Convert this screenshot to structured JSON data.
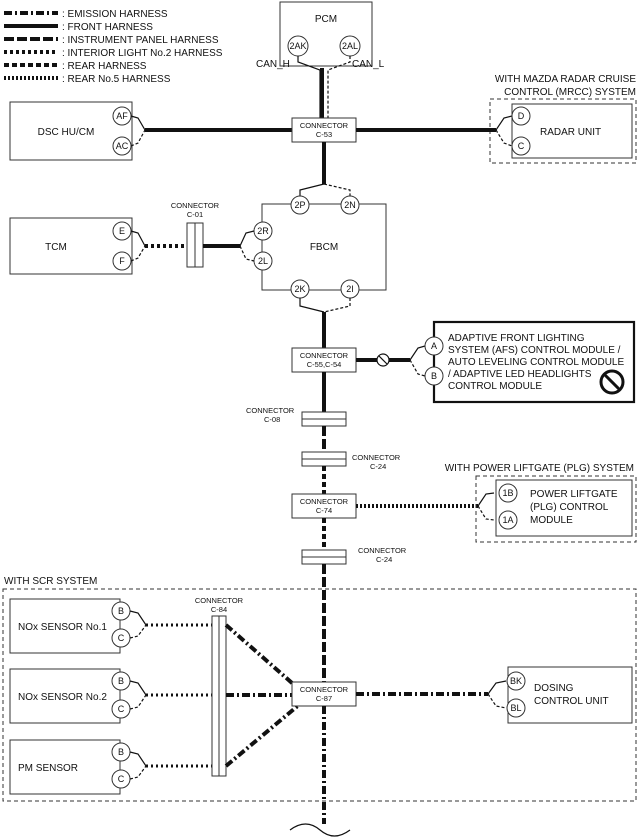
{
  "legend": [
    {
      "style": "emission",
      "label": ": EMISSION HARNESS"
    },
    {
      "style": "front",
      "label": ": FRONT HARNESS"
    },
    {
      "style": "instrument",
      "label": ": INSTRUMENT PANEL HARNESS"
    },
    {
      "style": "interior",
      "label": ": INTERIOR LIGHT No.2 HARNESS"
    },
    {
      "style": "rear",
      "label": ": REAR HARNESS"
    },
    {
      "style": "rear5",
      "label": ": REAR No.5 HARNESS"
    }
  ],
  "pcm": {
    "name": "PCM",
    "pin_h": "2AK",
    "pin_l": "2AL",
    "can_h": "CAN_H",
    "can_l": "CAN_L"
  },
  "dsc": {
    "name": "DSC HU/CM",
    "pin_top": "AF",
    "pin_bot": "AC"
  },
  "radar": {
    "group_line1": "WITH MAZDA RADAR CRUISE",
    "group_line2": "CONTROL (MRCC) SYSTEM",
    "name": "RADAR UNIT",
    "pin_top": "D",
    "pin_bot": "C"
  },
  "c53": {
    "line1": "CONNECTOR",
    "line2": "C-53"
  },
  "fbcm": {
    "name": "FBCM",
    "pin_2p": "2P",
    "pin_2n": "2N",
    "pin_2r": "2R",
    "pin_2l": "2L",
    "pin_2k": "2K",
    "pin_2i": "2I"
  },
  "tcm": {
    "name": "TCM",
    "pin_top": "E",
    "pin_bot": "F"
  },
  "c01": {
    "line1": "CONNECTOR",
    "line2": "C-01"
  },
  "c5554": {
    "line1": "CONNECTOR",
    "line2": "C-55,C-54"
  },
  "afs": {
    "line1": "ADAPTIVE FRONT LIGHTING",
    "line2": "SYSTEM (AFS) CONTROL MODULE /",
    "line3": "AUTO LEVELING CONTROL MODULE",
    "line4": "/ ADAPTIVE LED HEADLIGHTS",
    "line5": "CONTROL MODULE",
    "pin_top": "A",
    "pin_bot": "B"
  },
  "c08": {
    "line1": "CONNECTOR",
    "line2": "C-08"
  },
  "c24a": {
    "line1": "CONNECTOR",
    "line2": "C-24"
  },
  "plg": {
    "group": "WITH POWER LIFTGATE (PLG) SYSTEM",
    "line1": "POWER LIFTGATE",
    "line2": "(PLG) CONTROL",
    "line3": "MODULE",
    "pin_top": "1B",
    "pin_bot": "1A"
  },
  "c74": {
    "line1": "CONNECTOR",
    "line2": "C-74"
  },
  "c24b": {
    "line1": "CONNECTOR",
    "line2": "C-24"
  },
  "scr": {
    "group": "WITH SCR SYSTEM"
  },
  "c84": {
    "line1": "CONNECTOR",
    "line2": "C-84"
  },
  "c87": {
    "line1": "CONNECTOR",
    "line2": "C-87"
  },
  "nox1": {
    "name": "NOx SENSOR No.1",
    "pin_top": "B",
    "pin_bot": "C"
  },
  "nox2": {
    "name": "NOx SENSOR No.2",
    "pin_top": "B",
    "pin_bot": "C"
  },
  "pm": {
    "name": "PM SENSOR",
    "pin_top": "B",
    "pin_bot": "C"
  },
  "dosing": {
    "line1": "DOSING",
    "line2": "CONTROL UNIT",
    "pin_top": "BK",
    "pin_bot": "BL"
  }
}
